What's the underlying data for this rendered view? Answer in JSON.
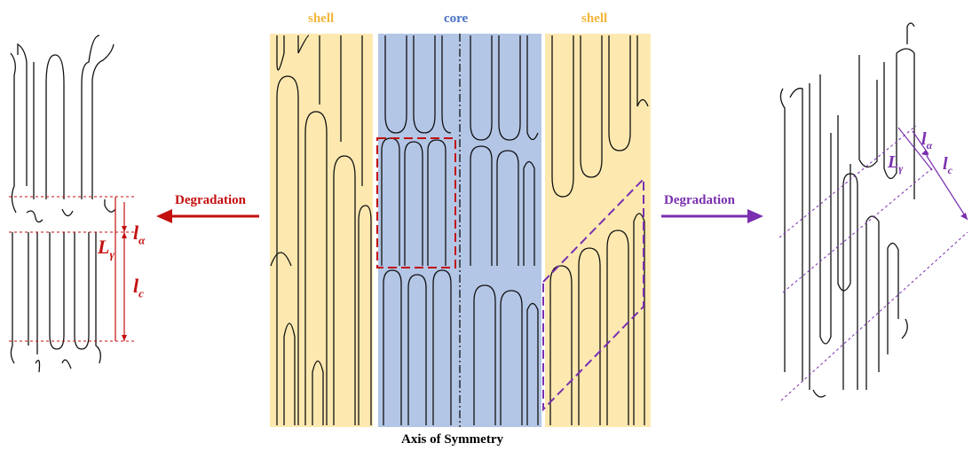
{
  "center": {
    "shell_left_label": "shell",
    "core_label": "core",
    "shell_right_label": "shell",
    "axis_label": "Axis of Symmetry"
  },
  "left": {
    "arrow_label": "Degradation",
    "l_alpha": "l",
    "l_alpha_sub": "α",
    "L_gamma": "L",
    "L_gamma_sub": "γ",
    "l_c": "l",
    "l_c_sub": "c"
  },
  "right": {
    "arrow_label": "Degradation",
    "l_alpha": "l",
    "l_alpha_sub": "α",
    "L_gamma": "L",
    "L_gamma_sub": "γ",
    "l_c": "l",
    "l_c_sub": "c"
  },
  "colors": {
    "shell_fill": "#fde9b0",
    "core_fill": "#b3c6e6",
    "red": "#c40f0f",
    "purple": "#7a2fb0",
    "line": "#111111"
  }
}
